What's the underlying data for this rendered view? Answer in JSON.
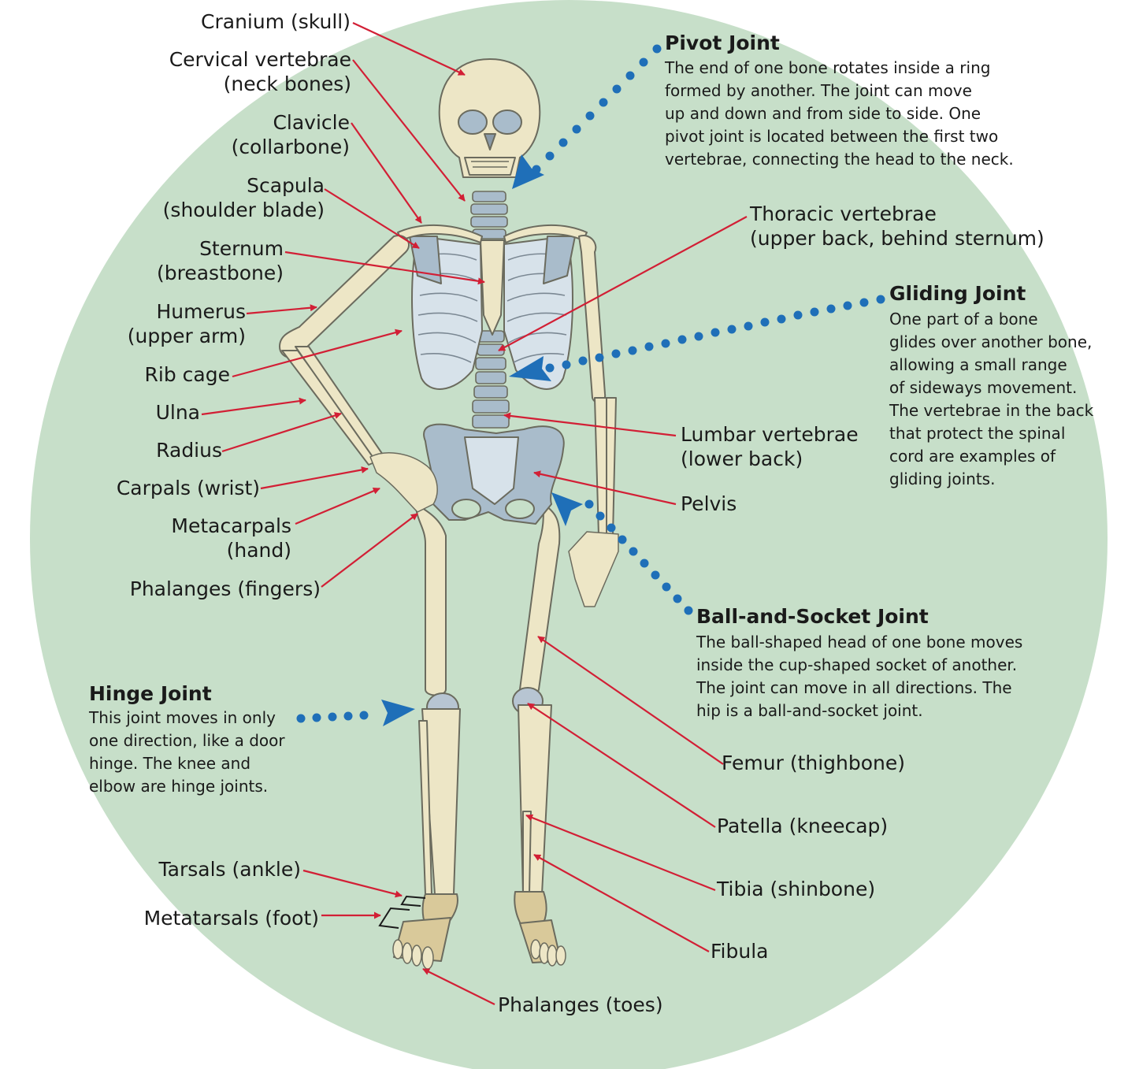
{
  "labels": {
    "cranium": [
      "Cranium (skull)"
    ],
    "cervical": [
      "Cervical vertebrae",
      "(neck bones)"
    ],
    "clavicle": [
      "Clavicle",
      "(collarbone)"
    ],
    "scapula": [
      "Scapula",
      "(shoulder blade)"
    ],
    "sternum": [
      "Sternum",
      "(breastbone)"
    ],
    "humerus": [
      "Humerus",
      "(upper arm)"
    ],
    "ribcage": [
      "Rib cage"
    ],
    "ulna": [
      "Ulna"
    ],
    "radius": [
      "Radius"
    ],
    "carpals": [
      "Carpals (wrist)"
    ],
    "metacarpals": [
      "Metacarpals",
      "(hand)"
    ],
    "phalanges_fingers": [
      "Phalanges (fingers)"
    ],
    "thoracic": [
      "Thoracic vertebrae",
      "(upper back, behind sternum)"
    ],
    "lumbar": [
      "Lumbar vertebrae",
      "(lower back)"
    ],
    "pelvis": [
      "Pelvis"
    ],
    "femur": [
      "Femur (thighbone)"
    ],
    "patella": [
      "Patella (kneecap)"
    ],
    "tibia": [
      "Tibia (shinbone)"
    ],
    "fibula": [
      "Fibula"
    ],
    "tarsals": [
      "Tarsals (ankle)"
    ],
    "metatarsals": [
      "Metatarsals (foot)"
    ],
    "phalanges_toes": [
      "Phalanges (toes)"
    ]
  },
  "joints": {
    "pivot": {
      "title": "Pivot Joint",
      "lines": [
        "The end of one bone rotates inside a ring",
        "formed by another. The joint can move",
        "up and down and from side to side. One",
        "pivot joint is located between the first two",
        "vertebrae, connecting the head to the neck."
      ]
    },
    "gliding": {
      "title": "Gliding Joint",
      "lines": [
        "One part of a bone",
        "glides over another bone,",
        "allowing a small range",
        "of sideways movement.",
        "The vertebrae in the back",
        "that protect the spinal",
        "cord are examples of",
        "gliding joints."
      ]
    },
    "ball": {
      "title": "Ball-and-Socket Joint",
      "lines": [
        "The ball-shaped head of one bone moves",
        "inside the cup-shaped socket of another.",
        "The joint can move in all directions. The",
        "hip is a ball-and-socket joint."
      ]
    },
    "hinge": {
      "title": "Hinge Joint",
      "lines": [
        "This joint moves in only",
        "one direction, like a door",
        "hinge. The knee and",
        "elbow are hinge joints."
      ]
    }
  },
  "colors": {
    "background_circle": "#c7dfc9",
    "bone": "#ede6c6",
    "bone_shadow": "#d2c89d",
    "cartilage": "#a9bccb",
    "leader_line": "#d21f35",
    "joint_pointer": "#1f6fb8",
    "text": "#1a1a1a"
  }
}
